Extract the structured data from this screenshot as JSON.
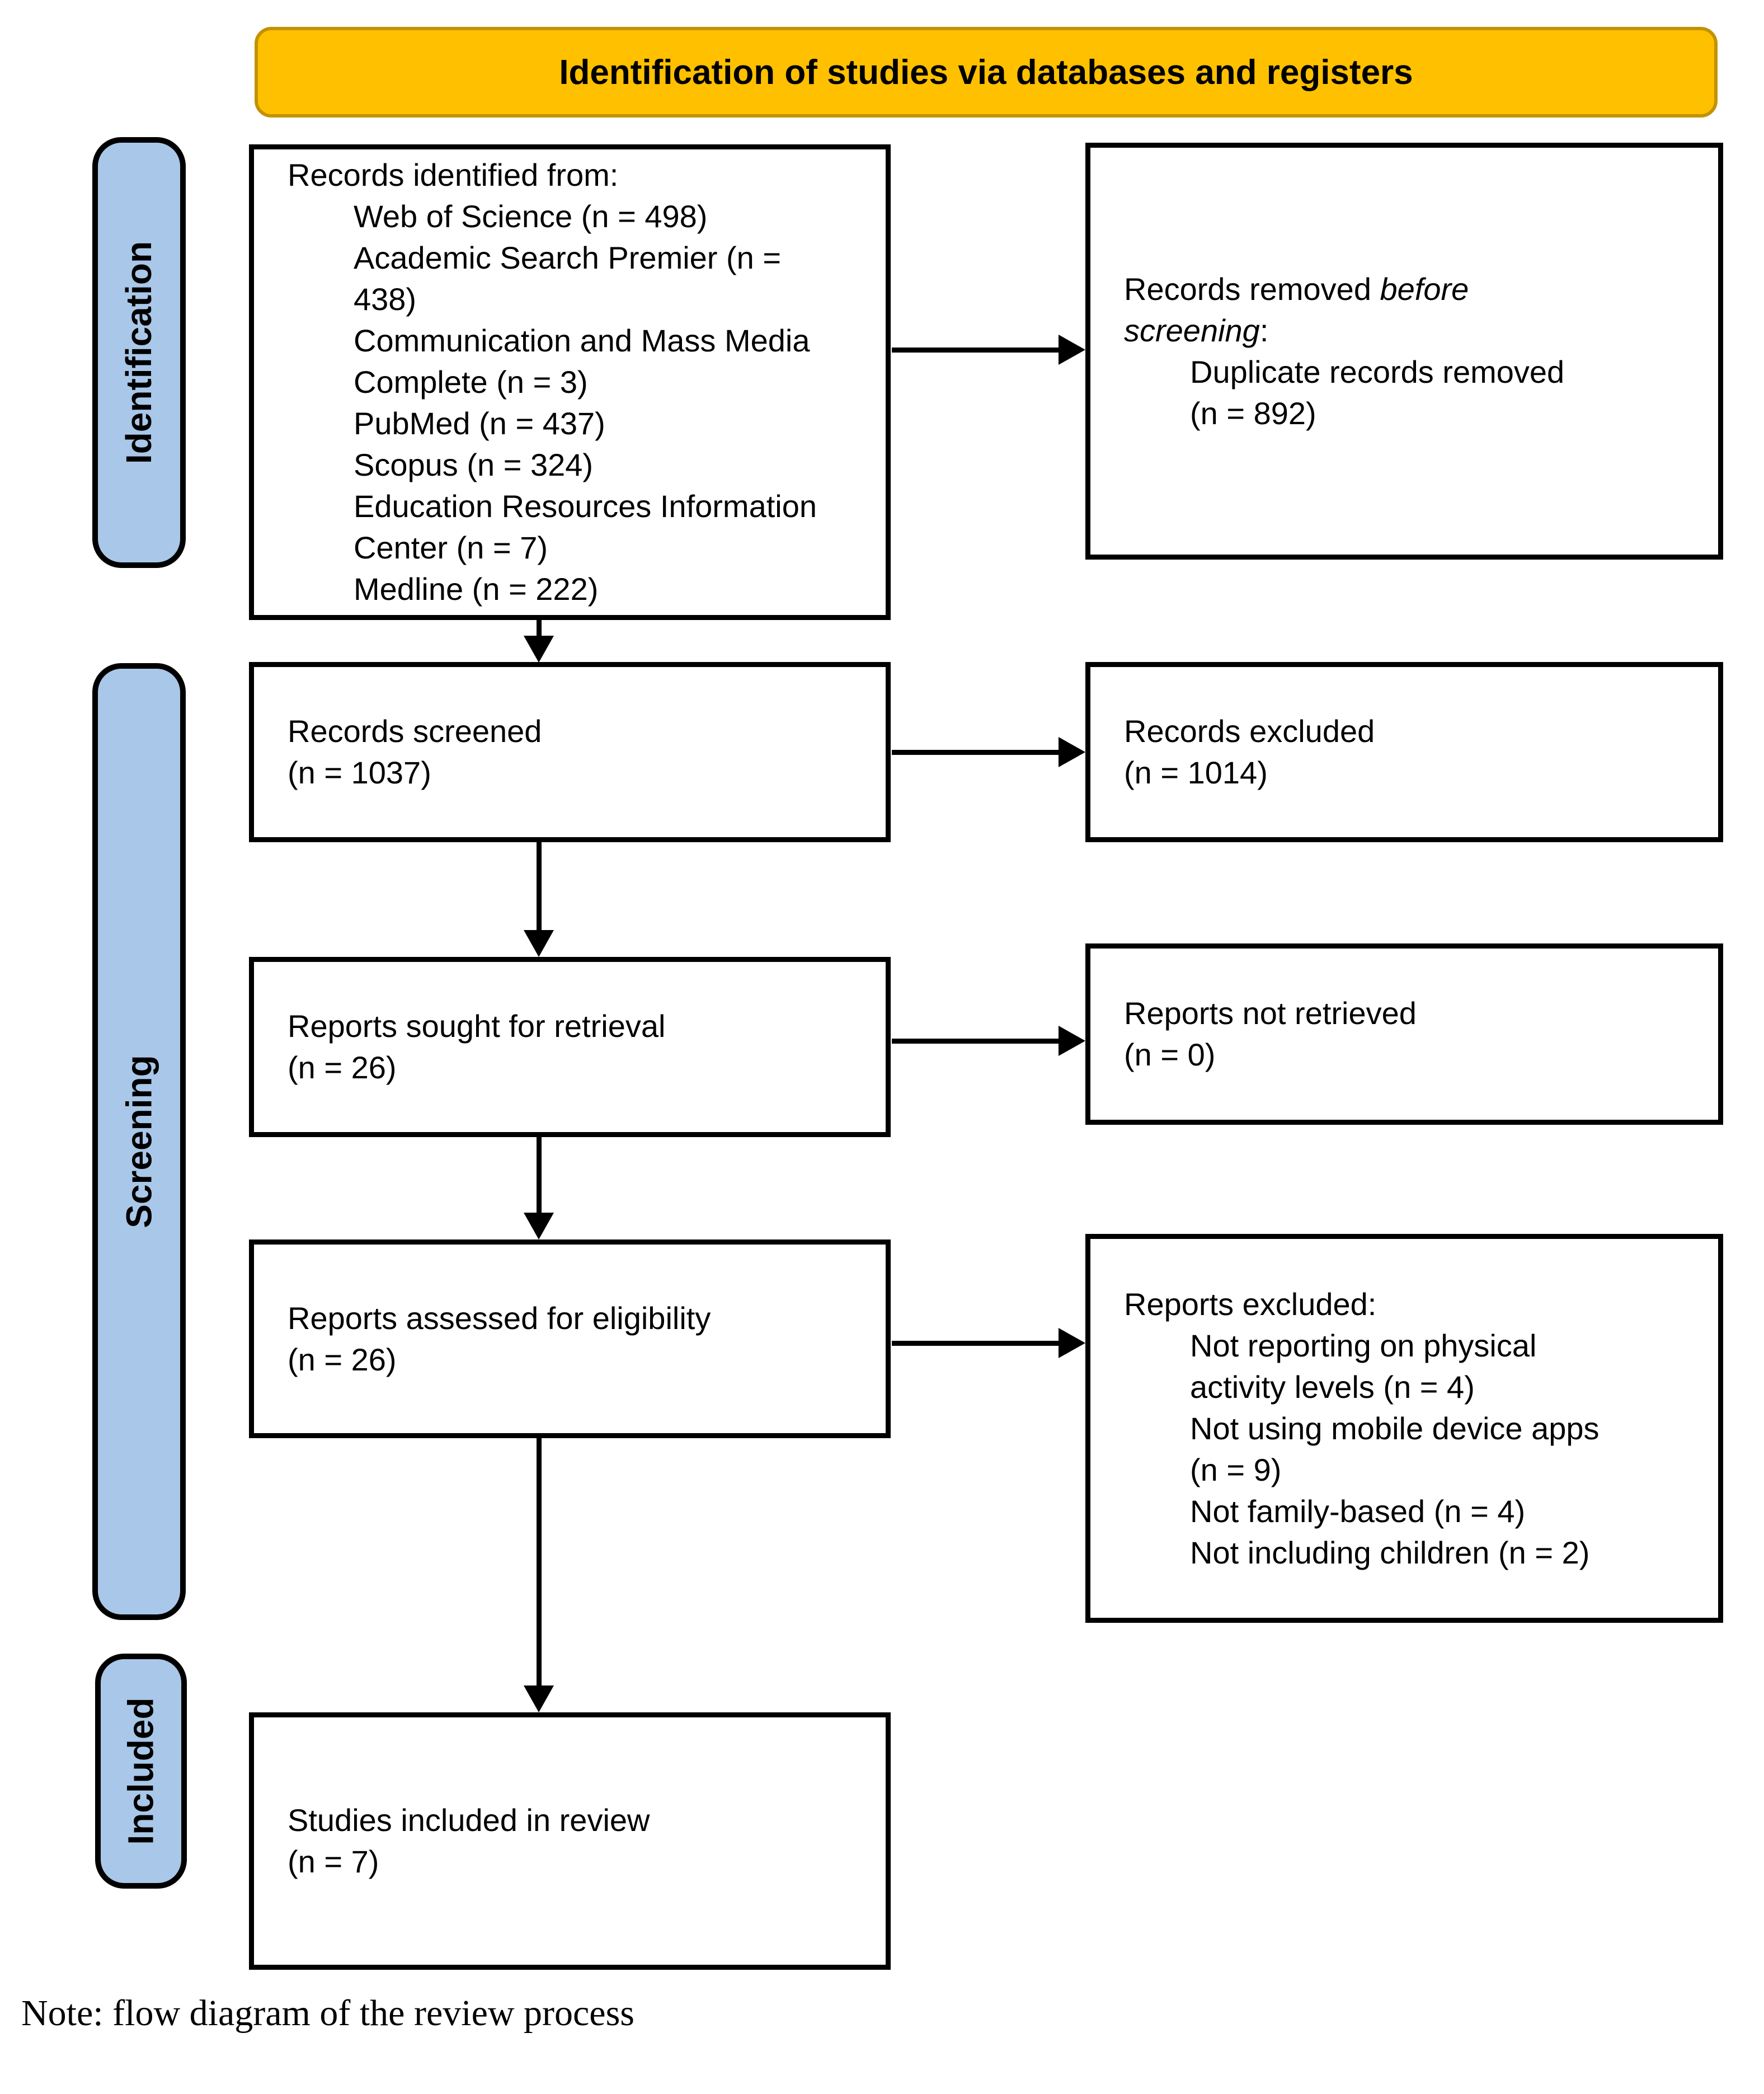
{
  "banner": {
    "label": "Identification of studies via databases and registers"
  },
  "stages": {
    "identification": {
      "label": "Identification"
    },
    "screening": {
      "label": "Screening"
    },
    "included": {
      "label": "Included"
    }
  },
  "boxes": {
    "records_identified": {
      "lines": [
        {
          "ind": 0,
          "text": "Records identified from:"
        },
        {
          "ind": 1,
          "text": "Web of Science (n = 498)"
        },
        {
          "ind": 1,
          "text": "Academic Search Premier (n ="
        },
        {
          "ind": 1,
          "text": "438)"
        },
        {
          "ind": 1,
          "text": "Communication and Mass Media"
        },
        {
          "ind": 1,
          "text": "Complete (n = 3)"
        },
        {
          "ind": 1,
          "text": "PubMed (n = 437)"
        },
        {
          "ind": 1,
          "text": "Scopus (n = 324)"
        },
        {
          "ind": 1,
          "text": "Education Resources Information"
        },
        {
          "ind": 1,
          "text": "Center (n = 7)"
        },
        {
          "ind": 1,
          "text": "Medline (n = 222)"
        }
      ]
    },
    "records_removed": {
      "lines": [
        {
          "ind": 0,
          "runs": [
            [
              "Records removed ",
              0
            ],
            [
              "before",
              1
            ]
          ]
        },
        {
          "ind": 0,
          "runs": [
            [
              "screening",
              1
            ],
            [
              ":",
              0
            ]
          ]
        },
        {
          "ind": 1,
          "text": "Duplicate records removed"
        },
        {
          "ind": 1,
          "text": "(n = 892)"
        }
      ]
    },
    "records_screened": {
      "lines": [
        {
          "ind": 0,
          "text": "Records screened"
        },
        {
          "ind": 0,
          "text": "(n = 1037)"
        }
      ]
    },
    "records_excluded": {
      "lines": [
        {
          "ind": 0,
          "text": "Records excluded"
        },
        {
          "ind": 0,
          "text": "(n = 1014)"
        }
      ]
    },
    "reports_sought": {
      "lines": [
        {
          "ind": 0,
          "text": "Reports sought for retrieval"
        },
        {
          "ind": 0,
          "text": "(n = 26)"
        }
      ]
    },
    "reports_not_retrieved": {
      "lines": [
        {
          "ind": 0,
          "text": "Reports not retrieved"
        },
        {
          "ind": 0,
          "text": "(n = 0)"
        }
      ]
    },
    "reports_assessed": {
      "lines": [
        {
          "ind": 0,
          "text": "Reports assessed for eligibility"
        },
        {
          "ind": 0,
          "text": "(n = 26)"
        }
      ]
    },
    "reports_excluded": {
      "lines": [
        {
          "ind": 0,
          "text": "Reports excluded:"
        },
        {
          "ind": 1,
          "text": "Not reporting on physical"
        },
        {
          "ind": 1,
          "text": "activity levels (n = 4)"
        },
        {
          "ind": 1,
          "text": "Not using mobile device apps"
        },
        {
          "ind": 1,
          "text": "(n = 9)"
        },
        {
          "ind": 1,
          "text": "Not family-based (n = 4)"
        },
        {
          "ind": 1,
          "text": "Not including children (n = 2)"
        }
      ]
    },
    "studies_included": {
      "lines": [
        {
          "ind": 0,
          "text": "Studies included in review"
        },
        {
          "ind": 0,
          "text": "(n = 7)"
        }
      ]
    }
  },
  "note": "Note: flow diagram of the review process",
  "colors": {
    "banner_fill": "#FFC000",
    "banner_border": "#C29200",
    "stage_fill": "#A9C7E8",
    "box_border": "#000000",
    "arrow": "#000000"
  }
}
